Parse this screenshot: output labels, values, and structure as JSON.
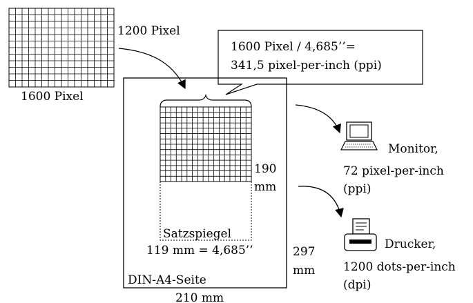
{
  "image": {
    "height_label": "1200 Pixel",
    "width_label": "1600 Pixel"
  },
  "callout": {
    "line1": "1600 Pixel / 4,685’’=",
    "line2": "341,5 pixel-per-inch (ppi)"
  },
  "page": {
    "name": "DIN-A4-Seite",
    "width": "210 mm",
    "height_value": "297",
    "height_unit": "mm"
  },
  "type_area": {
    "label": "Satzspiegel",
    "width": "119 mm = 4,685’’",
    "height_value": "190",
    "height_unit": "mm"
  },
  "monitor": {
    "name": "Monitor,",
    "resolution": "72 pixel-per-inch",
    "unit": "(ppi)",
    "icon": "monitor-icon"
  },
  "printer": {
    "name": "Drucker,",
    "resolution": "1200 dots-per-inch",
    "unit": "(dpi)",
    "icon": "printer-icon"
  }
}
